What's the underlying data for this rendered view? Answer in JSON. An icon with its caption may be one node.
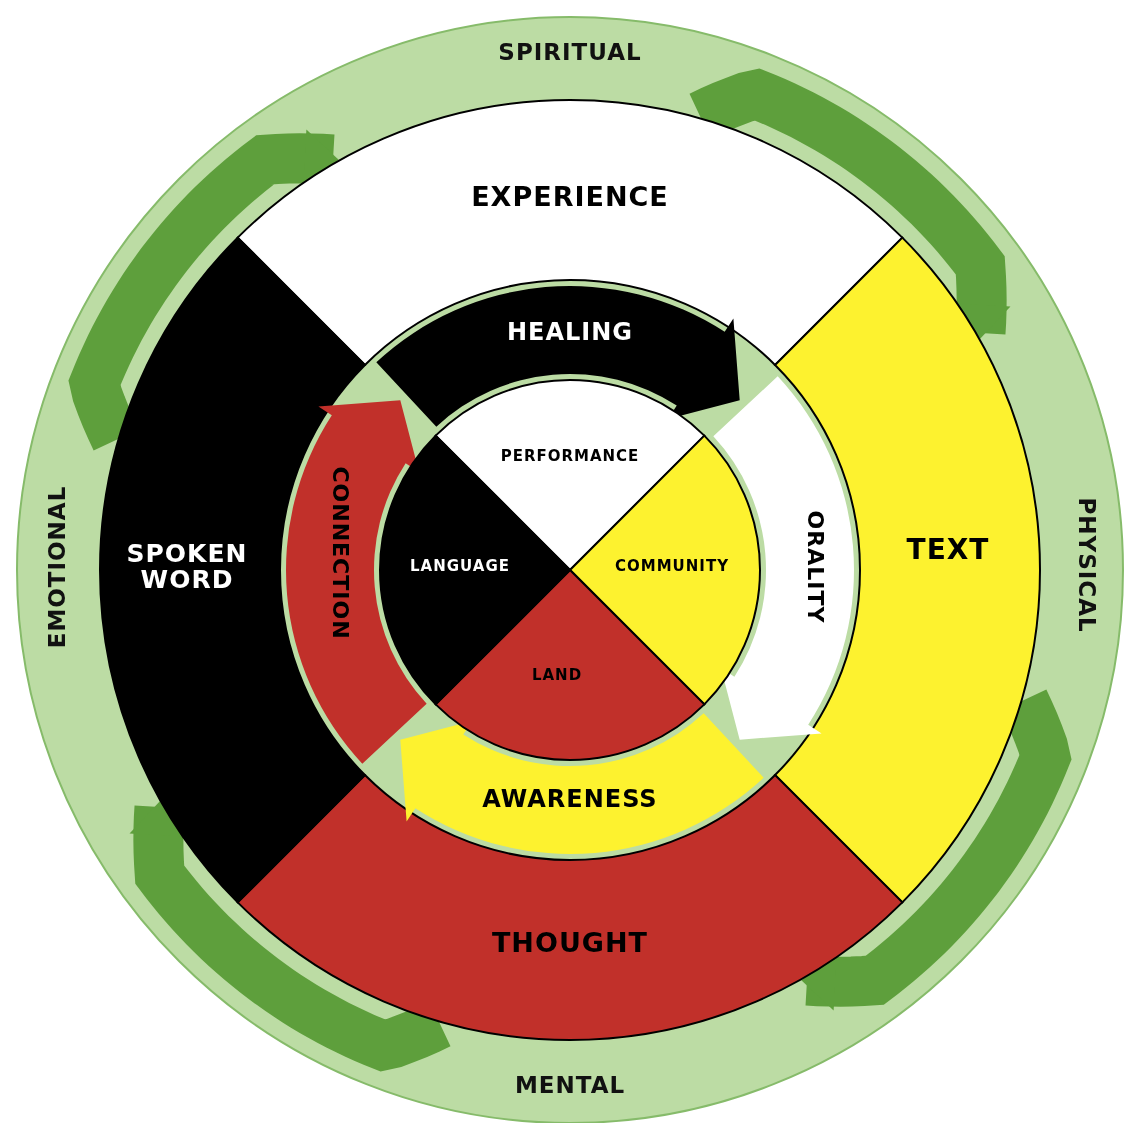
{
  "diagram": {
    "nodes": [
      {
        "text": [
          "EXPERIENCE"
        ]
      },
      {
        "text": [
          "TEXT"
        ]
      },
      {
        "text": [
          "THOUGHT"
        ]
      },
      {
        "text": [
          "SPOKEN WORD"
        ]
      },
      {
        "text": [
          "HEALING"
        ]
      },
      {
        "text": [
          "ORALITY"
        ]
      },
      {
        "text": [
          "AWARENESS"
        ]
      },
      {
        "text": [
          "CONNECTION"
        ]
      },
      {
        "text": [
          "PERFORMANCE"
        ]
      },
      {
        "text": [
          "COMMUNITY"
        ]
      },
      {
        "text": [
          "LAND"
        ]
      },
      {
        "text": [
          "LANGUAGE"
        ]
      }
    ],
    "edges": [
      {
        "from": 0,
        "to": 1,
        "arrow": "to"
      },
      {
        "from": 1,
        "to": 2,
        "arrow": "to"
      },
      {
        "from": 2,
        "to": 3,
        "arrow": "to"
      },
      {
        "from": 3,
        "to": 0,
        "arrow": "to"
      }
    ],
    "labels": [
      "SPIRITUAL",
      "PHYSICAL",
      "MENTAL",
      "EMOTIONAL"
    ]
  }
}
